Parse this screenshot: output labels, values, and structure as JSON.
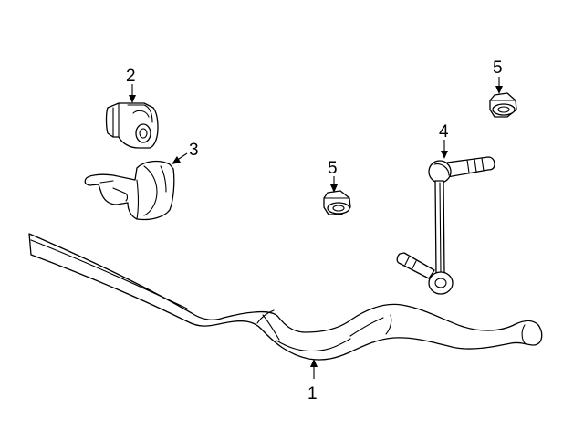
{
  "diagram": {
    "parts": [
      {
        "id": "stabilizer_bar",
        "callout": "1"
      },
      {
        "id": "bushing",
        "callout": "2"
      },
      {
        "id": "bracket",
        "callout": "3"
      },
      {
        "id": "link",
        "callout": "4"
      },
      {
        "id": "nut_right",
        "callout": "5"
      },
      {
        "id": "nut_center",
        "callout": "5"
      }
    ]
  }
}
